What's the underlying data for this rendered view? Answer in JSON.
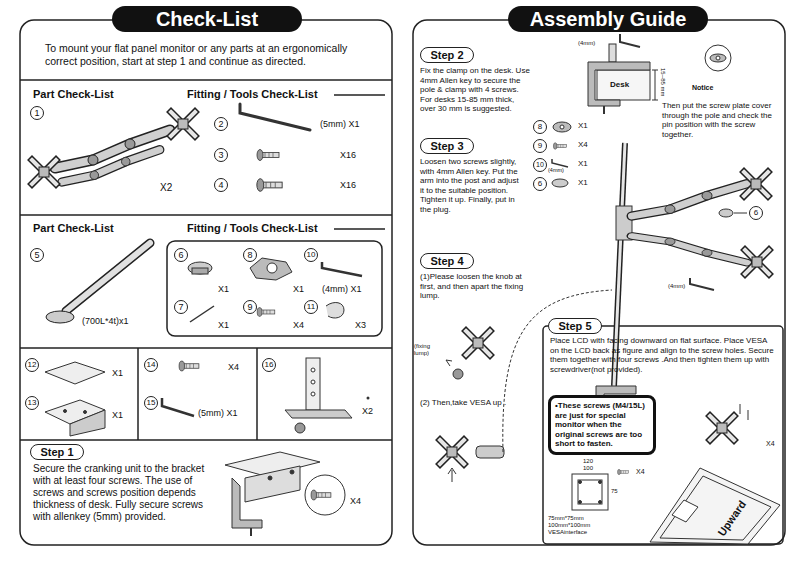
{
  "diagram": {
    "nodes": [
      {
        "text": [
          "Check-List"
        ]
      },
      {
        "text": [
          "Assembly Guide"
        ]
      },
      {
        "text": [
          "Step 1"
        ]
      },
      {
        "text": [
          "Step 2"
        ]
      },
      {
        "text": [
          "Step 3"
        ]
      },
      {
        "text": [
          "Step 4"
        ]
      },
      {
        "text": [
          "Step 5"
        ]
      },
      {
        "text": [
          "•These screws (M4/15L) are just for special monitor when the original screws are too short to fasten."
        ]
      }
    ],
    "labels": [
      "To mount your flat panel monitor or any parts at an ergonomically correct position, start at step 1 and continue as directed.",
      "Part Check-List",
      "Fitting / Tools Check-List",
      "1",
      "2",
      "(5mm) X1",
      "3",
      "X16",
      "4",
      "X16",
      "X2",
      "Part Check-List",
      "Fitting / Tools Check-List",
      "5",
      "(700L*4t)x1",
      "6",
      "X1",
      "8",
      "X1",
      "10",
      "(4mm) X1",
      "7",
      "X1",
      "9",
      "X4",
      "11",
      "X3",
      "12",
      "X1",
      "13",
      "X1",
      "14",
      "X4",
      "15",
      "(5mm) X1",
      "16",
      "X2",
      "Secure the cranking unit to the bracket with at least four screws. The use of screws and screws position depends thickness of desk. Fully secure screws with allenkey (5mm) provided.",
      "X4",
      "Fix the clamp on the desk. Use 4mm Allen key to secure the pole & clamp with 4 screws. For desks 15-85 mm thick, over 30 mm is suggested.",
      "(4mm)",
      "15~85 mm",
      "Desk",
      "Notice",
      "Then put the screw plate cover through the pole and check the pin position with the screw together.",
      "8",
      "X1",
      "9",
      "X4",
      "10",
      "(4mm)",
      "X1",
      "6",
      "X1",
      "Loosen two screws slightly, with 4mm Allen key. Put the arm into the post and adjust it to the suitable position. Tighten it up. Finally, put in the plug.",
      "6",
      "(4mm)",
      "(1)Please loosen the knob at first, and then apart the fixing lump.",
      "(fixing lump)",
      "(2) Then,take VESA up .",
      "Place LCD with facing downward on flat surface. Place VESA on the LCD back as figure and align to the screw holes. Secure them together with four screws .And then tighten them up with screwdriver(not provided).",
      "X4",
      "X4",
      "120",
      "100",
      "75",
      "75mm*75mm 100mm*100mm VESAinterface",
      "Upward"
    ]
  }
}
